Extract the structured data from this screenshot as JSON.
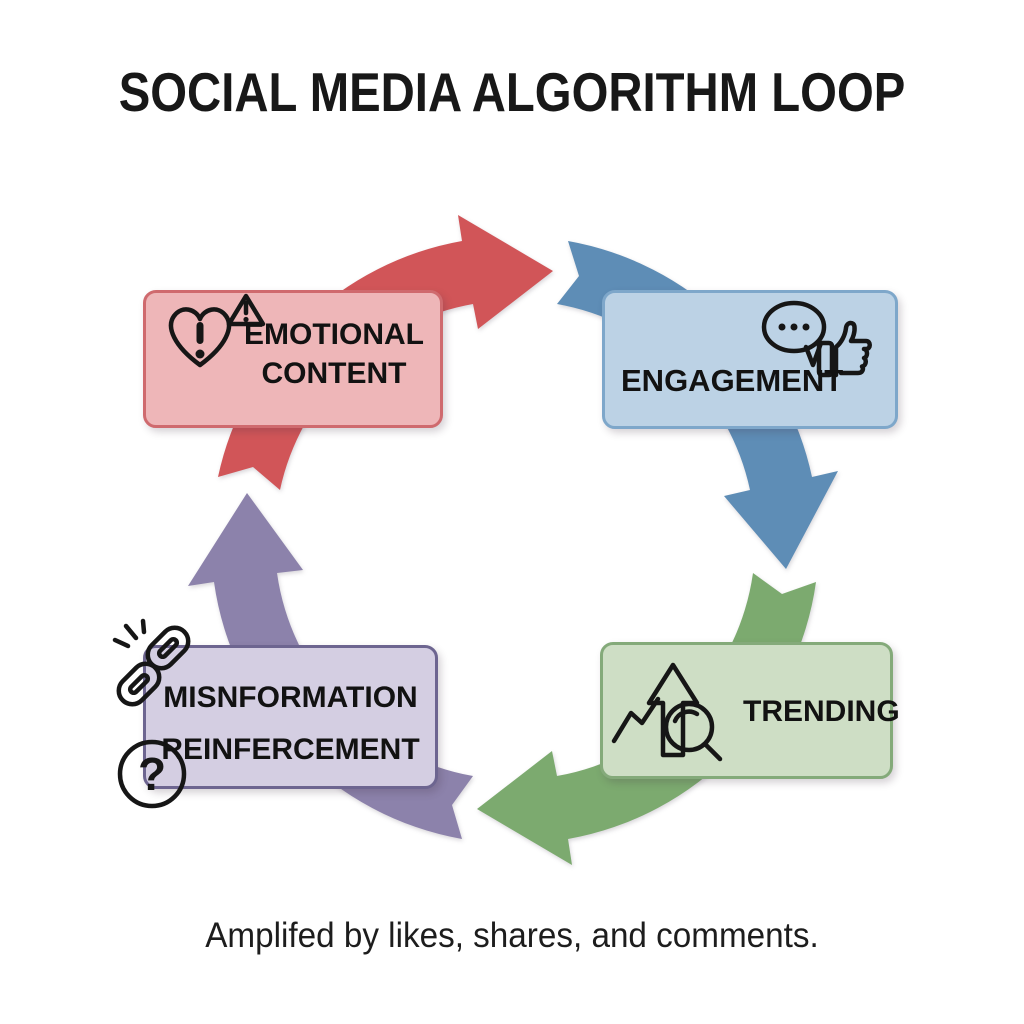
{
  "title": "SOCIAL MEDIA ALGORITHM LOOP",
  "caption": "Amplifed by likes, shares, and comments.",
  "nodes": {
    "emotional": {
      "line1": "EMOTIONAL",
      "line2": "CONTENT",
      "fill": "#eeb6b8",
      "border": "#cf6a6e",
      "icons": [
        "heart-alert-icon",
        "warning-triangle-icon"
      ]
    },
    "engagement": {
      "label": "ENGAGEMENT",
      "fill": "#bcd2e5",
      "border": "#7ea7ca",
      "icons": [
        "speech-bubble-icon",
        "thumbs-up-icon"
      ]
    },
    "trending": {
      "label": "TRENDING",
      "fill": "#cedec5",
      "border": "#84aa7a",
      "icons": [
        "growth-arrow-icon",
        "magnifier-icon"
      ]
    },
    "misinformation": {
      "line1": "MISNFORMATION",
      "line2": "REINFERCEMENT",
      "fill": "#d4cee2",
      "border": "#6d6590",
      "icons": [
        "broken-chain-icon",
        "question-mark-icon"
      ]
    }
  },
  "arrows": [
    {
      "name": "emotional-to-engagement",
      "color": "#d15558"
    },
    {
      "name": "engagement-to-trending",
      "color": "#5e8db6"
    },
    {
      "name": "trending-to-misinformation",
      "color": "#7caa6f"
    },
    {
      "name": "misinformation-to-emotional",
      "color": "#8c82ab"
    }
  ]
}
